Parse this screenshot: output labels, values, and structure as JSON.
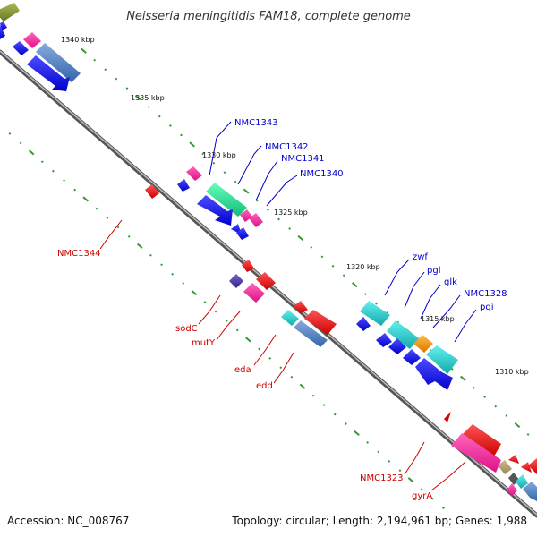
{
  "title": "Neisseria meningitidis FAM18, complete genome",
  "footer": {
    "accession": "Accession: NC_008767",
    "summary": "Topology: circular; Length: 2,194,961 bp; Genes: 1,988"
  },
  "ticks": [
    "1340 kbp",
    "1335 kbp",
    "1330 kbp",
    "1325 kbp",
    "1320 kbp",
    "1315 kbp",
    "1310 kbp"
  ],
  "genes_upper": [
    "NMC1343",
    "NMC1342",
    "NMC1341",
    "NMC1340",
    "zwf",
    "pgl",
    "glk",
    "NMC1328",
    "pgi"
  ],
  "genes_lower": [
    "NMC1344",
    "sodC",
    "mutY",
    "eda",
    "edd",
    "NMC1323",
    "gyrA"
  ],
  "colors": {
    "upper_label": "#0000cc",
    "lower_label": "#cc0000",
    "backbone": "#777777",
    "tick": "#339933"
  }
}
